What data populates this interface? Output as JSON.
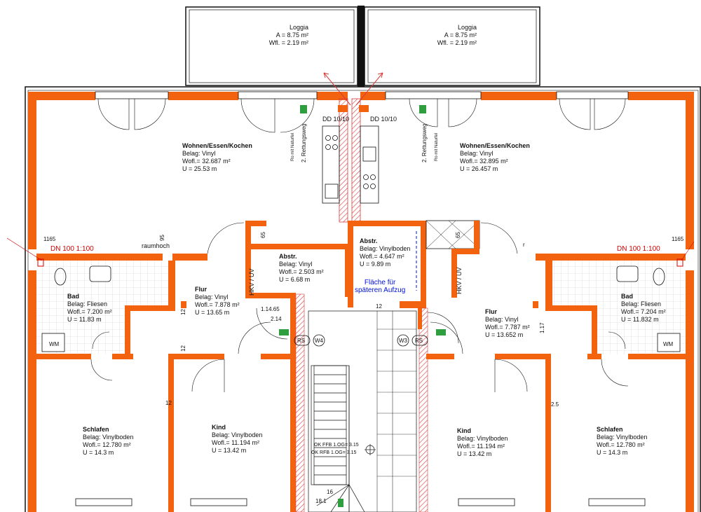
{
  "loggias": [
    {
      "name": "Loggia",
      "area": "A = 8.75 m²",
      "wfl": "Wfl. = 2.19 m²"
    },
    {
      "name": "Loggia",
      "area": "A = 8.75 m²",
      "wfl": "Wfl. = 2.19 m²"
    }
  ],
  "rooms": {
    "living_left": {
      "name": "Wohnen/Essen/Kochen",
      "belag": "Belag:  Vinyl",
      "wfl": "Wofl.=  32.687 m²",
      "u": "U =       25.53 m"
    },
    "living_right": {
      "name": "Wohnen/Essen/Kochen",
      "belag": "Belag:  Vinyl",
      "wfl": "Wofl.=  32.895 m²",
      "u": "U =       26.457 m"
    },
    "abstr_left": {
      "name": "Abstr.",
      "belag": "Belag:  Vinyl",
      "wfl": "Wofl.=  2.503 m²",
      "u": "U =     6.68 m"
    },
    "abstr_mid": {
      "name": "Abstr.",
      "belag": "Belag:  Vinylboden",
      "wfl": "Wofl.=  4.647 m²",
      "u": "U =     9.89 m"
    },
    "flur_left": {
      "name": "Flur",
      "belag": "Belag:  Vinyl",
      "wfl": "Wofl.=  7.878 m²",
      "u": "U =     13.65 m"
    },
    "flur_right": {
      "name": "Flur",
      "belag": "Belag:  Vinyl",
      "wfl": "Wofl.=  7.787 m²",
      "u": "U =     13.652 m"
    },
    "bad_left": {
      "name": "Bad",
      "belag": "Belag:  Fliesen",
      "wfl": "Wofl.=  7.200 m²",
      "u": "U =      11.83 m"
    },
    "bad_right": {
      "name": "Bad",
      "belag": "Belag:  Fliesen",
      "wfl": "Wofl.=  7.204 m²",
      "u": "U =      11.832 m"
    },
    "schlafen_left": {
      "name": "Schlafen",
      "belag": "Belag:  Vinylboden",
      "wfl": "Wofl.=  12.780 m²",
      "u": "U =      14.3 m"
    },
    "kind_left": {
      "name": "Kind",
      "belag": "Belag:  Vinylboden",
      "wfl": "Wofl.=  11.194 m²",
      "u": "U =      13.42 m"
    },
    "kind_right": {
      "name": "Kind",
      "belag": "Belag:  Vinylboden",
      "wfl": "Wofl.=  11.194 m²",
      "u": "U =      13.42 m"
    },
    "schlafen_right": {
      "name": "Schlafen",
      "belag": "Belag:  Vinylboden",
      "wfl": "Wofl.=  12.780 m²",
      "u": "U =      14.3 m"
    }
  },
  "elevator_note": {
    "line1": "Fläche für",
    "line2": "späteren Aufzug"
  },
  "labels": {
    "dd_left": "DD 10/10",
    "dd_right": "DD 10/10",
    "dn_left": "DN 100  1:100",
    "dn_right": "DN 100  1:100",
    "raumhoch": "raumhoch",
    "hkv_uv": "HKV / UV",
    "wm": "WM",
    "rettungsweg": "2. Rettungsweg",
    "naturfel": "Ro mit Naturfel",
    "rs": "RS",
    "w4": "W4",
    "w3": "W3",
    "ok_ffb": "OK FFB 1.OG= 3.15",
    "ok_rfb": "OK RFB 1.OG= 3.15",
    "stair_16": "16",
    "stair_18": "18.1",
    "dim_95": "95",
    "dim_65a": "65",
    "dim_65b": "65",
    "dim_12a": "12",
    "dim_12b": "12",
    "dim_12c": "12",
    "dim_12d": "12",
    "dim_1465": "1.14.65",
    "dim_214": "2.14",
    "dim_117": "1.17",
    "dim_1165a": "1165",
    "dim_1165b": "1165",
    "dim_25": "2.5",
    "dim_r": "r"
  },
  "colors": {
    "wall": "#f2620f",
    "line": "#111111",
    "hatch": "#d83a3a",
    "blue": "#0010e0",
    "red": "#d40000",
    "green": "#2e9e3e"
  }
}
